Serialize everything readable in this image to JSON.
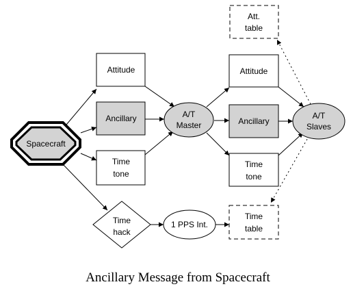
{
  "diagram": {
    "caption": "Ancillary Message from Spacecraft",
    "nodes": {
      "spacecraft": "Spacecraft",
      "attitude_left": "Attitude",
      "ancillary_left": "Ancillary",
      "time_tone_left": [
        "Time",
        "tone"
      ],
      "time_hack": [
        "Time",
        "hack"
      ],
      "at_master": [
        "A/T",
        "Master"
      ],
      "pps_int": "1 PPS Int.",
      "attitude_right": "Attitude",
      "ancillary_right": "Ancillary",
      "time_tone_right": [
        "Time",
        "tone"
      ],
      "time_table": [
        "Time",
        "table"
      ],
      "att_table": [
        "Att.",
        "table"
      ],
      "at_slaves": [
        "A/T",
        "Slaves"
      ]
    },
    "colors": {
      "shaded_fill": "#d3d3d3",
      "stroke": "#000000",
      "background": "#ffffff"
    }
  }
}
